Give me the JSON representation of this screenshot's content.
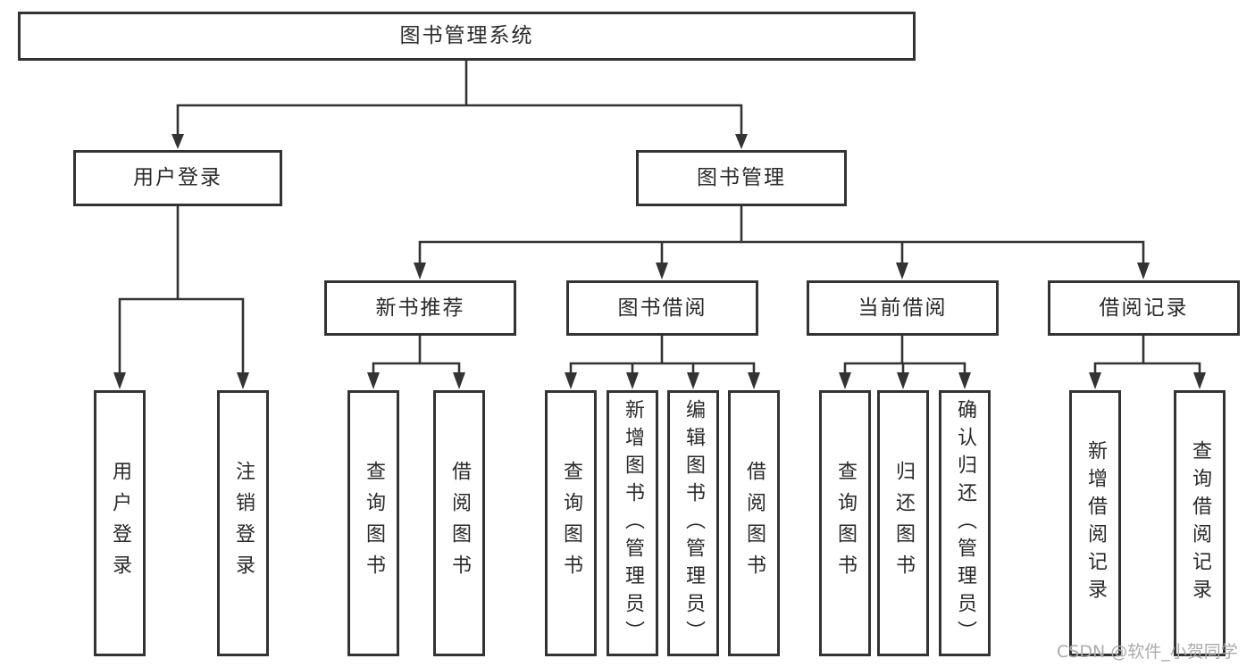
{
  "tree": {
    "root": {
      "label": "图书管理系统",
      "children": [
        {
          "label": "用户登录",
          "children": [
            {
              "label": "用户登录"
            },
            {
              "label": "注销登录"
            }
          ]
        },
        {
          "label": "图书管理",
          "children": [
            {
              "label": "新书推荐",
              "children": [
                {
                  "label": "查询图书"
                },
                {
                  "label": "借阅图书"
                }
              ]
            },
            {
              "label": "图书借阅",
              "children": [
                {
                  "label": "查询图书"
                },
                {
                  "label": "新增图书（管理员）"
                },
                {
                  "label": "编辑图书（管理员）"
                },
                {
                  "label": "借阅图书"
                }
              ]
            },
            {
              "label": "当前借阅",
              "children": [
                {
                  "label": "查询图书"
                },
                {
                  "label": "归还图书"
                },
                {
                  "label": "确认归还（管理员）"
                }
              ]
            },
            {
              "label": "借阅记录",
              "children": [
                {
                  "label": "新增借阅记录"
                },
                {
                  "label": "查询借阅记录"
                }
              ]
            }
          ]
        }
      ]
    }
  },
  "watermark": {
    "text": "CSDN @软件_小贺同学"
  },
  "colors": {
    "line": "#333333",
    "text": "#2a2a2a",
    "watermark": "#ababab",
    "background": "#ffffff"
  }
}
